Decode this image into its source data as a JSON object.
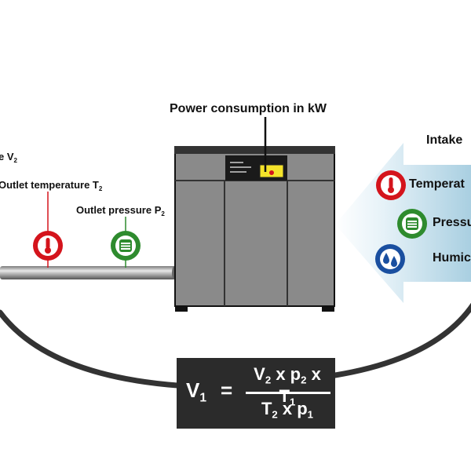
{
  "labels": {
    "power": "Power consumption in kW",
    "intake": "Intake",
    "volume_outlet_prefix": "e V",
    "volume_outlet_sub": "2",
    "outlet_temp_prefix": "Outlet temperature T",
    "outlet_temp_sub": "2",
    "outlet_pressure_prefix": "Outlet pressure P",
    "outlet_pressure_sub": "2",
    "intake_temperature": "Temperat",
    "intake_pressure": "Pressu",
    "intake_humidity": "Humic"
  },
  "formula": {
    "lhs": "V",
    "lhs_sub": "1",
    "equals": "=",
    "num_v": "V",
    "num_v_sub": "2",
    "num_x1": " x p",
    "num_p_sub": "2",
    "num_x2": " x T",
    "num_t_sub": "1",
    "den_t": "T",
    "den_t_sub": "2",
    "den_x": " x p",
    "den_p_sub": "1"
  },
  "icons": {
    "temperature": "thermometer-icon",
    "pressure": "pressure-gauge-icon",
    "humidity": "water-drops-icon"
  },
  "colors": {
    "temperature_ring": "#d4141c",
    "pressure_ring": "#2e8b2e",
    "humidity_ring": "#1a4fa0",
    "arrow_light": "#e6f2f8",
    "arrow_dark": "#a9cfe1",
    "cabinet": "#8a8a8a",
    "formula_box": "#2b2b2b"
  }
}
